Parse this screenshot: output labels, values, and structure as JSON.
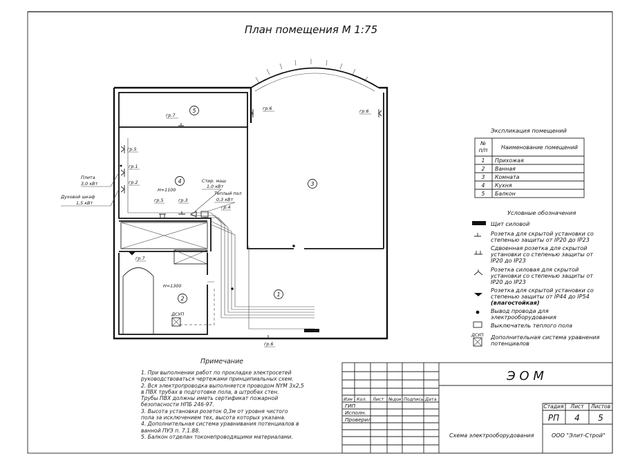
{
  "drawing": {
    "title": "План помещения М 1:75"
  },
  "rooms": {
    "r1": "1",
    "r2": "2",
    "r3": "3",
    "r4": "4",
    "r5": "5"
  },
  "annotations": {
    "gr7_top": "гр.7",
    "gr6_a": "гр.6",
    "gr6_b": "гр.6",
    "gr5_left": "гр.5",
    "gr1": "гр.1",
    "gr2": "гр.2",
    "plita_1": "Плита",
    "plita_2": "3,0 кВт",
    "oven_1": "Духовой шкаф",
    "oven_2": "1,5 кВт",
    "h1100": "H=1100",
    "wash_1": "Стир. маш",
    "wash_2": "1,0 кВт",
    "floor_1": "Теплый пол",
    "floor_2": "0,3 кВт",
    "gr5_b": "гр.5",
    "gr3": "гр.3",
    "gr4": "гр.4",
    "gr7_bath": "гр.7",
    "h1300": "H=1300",
    "dsup": "ДСУП",
    "gr6_bottom": "гр.6"
  },
  "explication": {
    "title": "Экспликация помещений",
    "col_num_1": "№",
    "col_num_2": "п/п",
    "col_name": "Наименование помещений",
    "rows": [
      {
        "num": "1",
        "name": "Прихожая"
      },
      {
        "num": "2",
        "name": "Ванная"
      },
      {
        "num": "3",
        "name": "Комната"
      },
      {
        "num": "4",
        "name": "Кухня"
      },
      {
        "num": "5",
        "name": "Балкон"
      }
    ]
  },
  "legend": {
    "title": "Условные обозначения",
    "panel": "Щит силовой",
    "socket_1": "Розетка для скрытой установки со",
    "socket_2": "степенью защиты от IP20 до IP23",
    "double_1": "Сдвоенная розетка для скрытой",
    "double_2": "установки со степенью защиты от",
    "double_3": "IP20 до IP23",
    "power_1": "Розетка силовая для скрытой",
    "power_2": "установки со степенью защиты от",
    "power_3": "IP20 до IP23",
    "wet_1": "Розетка для скрытой установки со",
    "wet_2": "степенью защиты от IP44 до IP54",
    "wet_3": "(влагостойкая)",
    "wire_1": "Вывод провода для",
    "wire_2": "электрооборудования",
    "switch": "Выключатель теплого пола",
    "dsup_label": "ДСУП",
    "dsup_1": "Дополнительная система уравнения",
    "dsup_2": "потенциалов"
  },
  "notes": {
    "title": "Примечание",
    "lines": [
      "1. При выполнении работ по прокладке электросетей",
      "руководствоваться чертежами принципиальных схем.",
      "2. Вся электропроводка выполняется проводом NYM 3x2,5",
      "в ПВХ трубах в подготовке пола, в штробах стен.",
      "Трубы ПВХ должны иметь сертификат пожарной",
      "безопасности НПБ 246-97.",
      "3. Высота установки розеток 0,3м от уровня чистого",
      "пола за исключением тех, высота которых указана.",
      "4. Дополнительная система уравнивания потенциалов в",
      "ванной ПУЭ п. 7.1.88.",
      "5. Балкон отделан токонепроводящими материалами."
    ]
  },
  "title_block": {
    "code": "Э О М",
    "col_izm": "Изм",
    "col_kol": "Кол.",
    "col_list": "Лист",
    "col_ndoc": "№док",
    "col_podp": "Подпись",
    "col_data": "Дата",
    "gip": "ГИП",
    "ispoln": "Исполн.",
    "proveril": "Проверил",
    "stadia_h": "Стадия",
    "list_h": "Лист",
    "listov_h": "Листов",
    "stadia": "РП",
    "list": "4",
    "listov": "5",
    "sheet_name": "Схема электрооборудования",
    "company": "ООО \"Элит-Строй\""
  }
}
